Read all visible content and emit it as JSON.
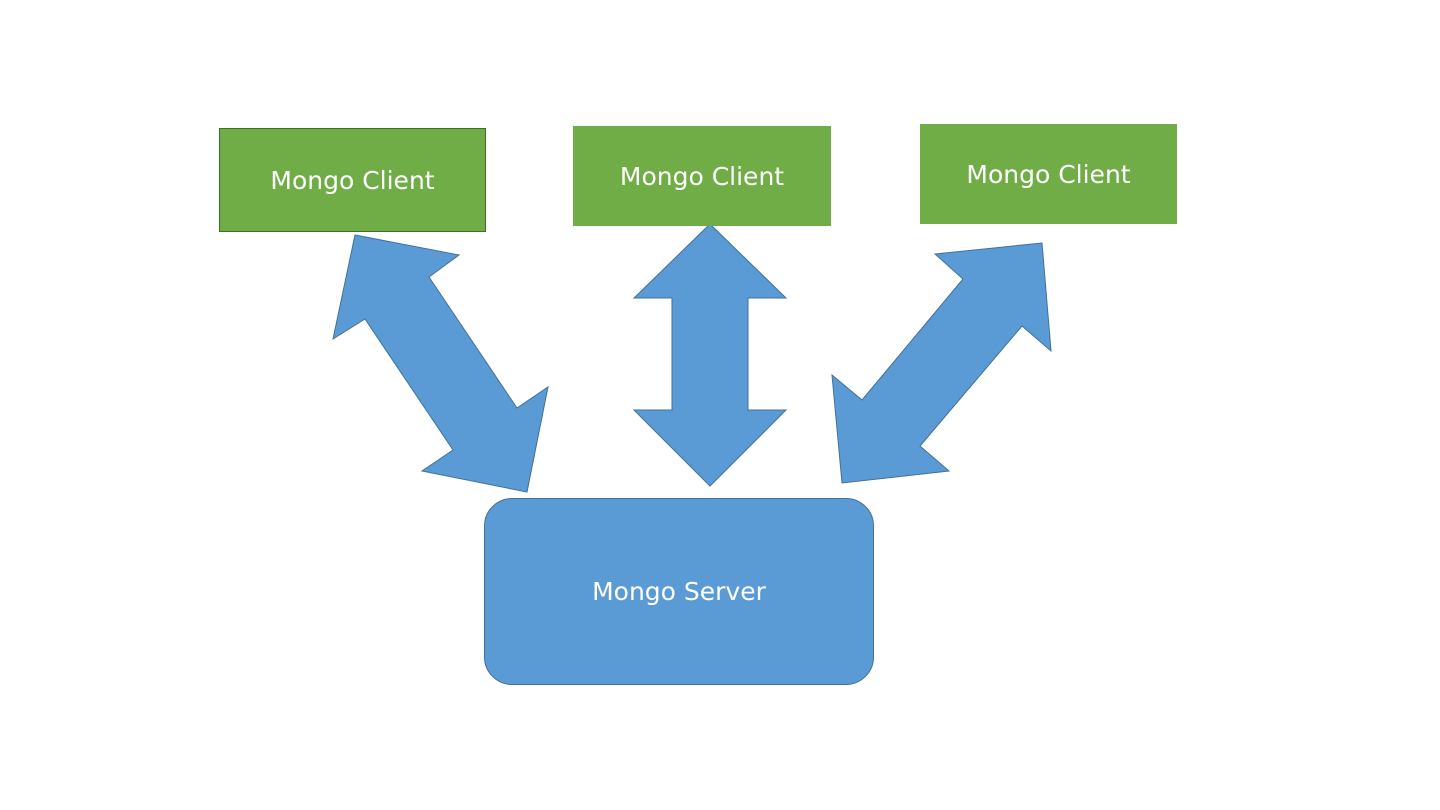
{
  "colors": {
    "client_fill": "#70ad47",
    "server_fill": "#5b9bd5",
    "arrow_fill": "#5b9bd5",
    "arrow_stroke": "#41719c",
    "text": "#ffffff"
  },
  "clients": [
    {
      "label": "Mongo Client"
    },
    {
      "label": "Mongo Client"
    },
    {
      "label": "Mongo Client"
    }
  ],
  "server": {
    "label": "Mongo Server"
  },
  "arrows": [
    {
      "kind": "double-headed",
      "connects": "Mongo Client 1 ↔ Mongo Server"
    },
    {
      "kind": "double-headed",
      "connects": "Mongo Client 2 ↔ Mongo Server"
    },
    {
      "kind": "double-headed",
      "connects": "Mongo Client 3 ↔ Mongo Server"
    }
  ]
}
